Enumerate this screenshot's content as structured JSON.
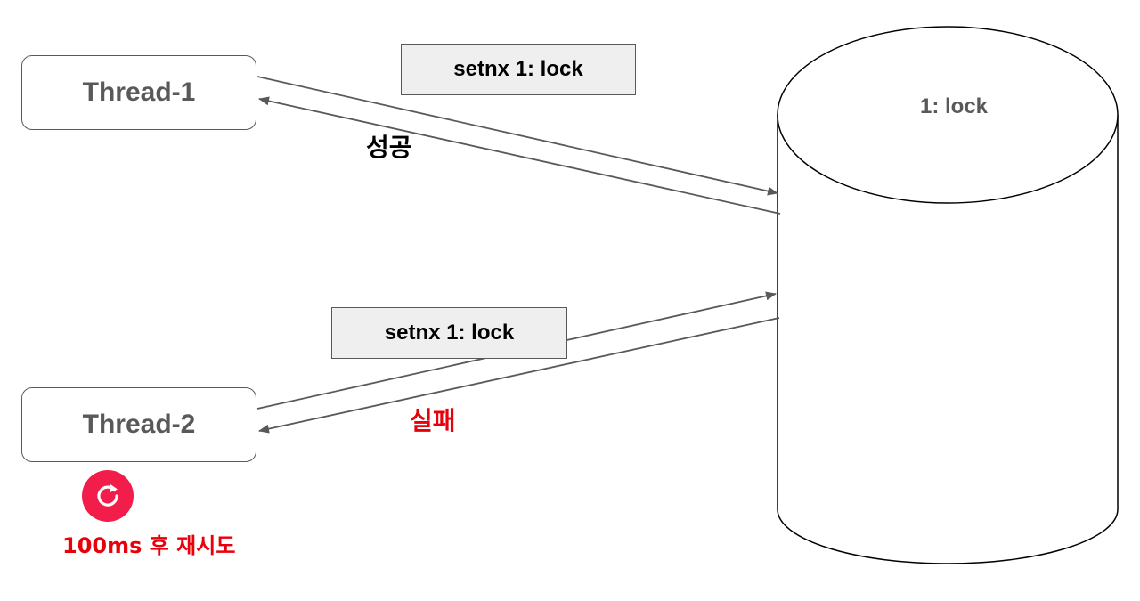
{
  "threads": {
    "thread_1": "Thread-1",
    "thread_2": "Thread-2"
  },
  "commands": {
    "cmd_1": "setnx 1: lock",
    "cmd_2": "setnx 1: lock"
  },
  "responses": {
    "success": "성공",
    "fail": "실패"
  },
  "database": {
    "entry": "1: lock"
  },
  "retry": {
    "icon": "refresh-icon",
    "text": "100ms 후 재시도"
  },
  "colors": {
    "line": "#595959",
    "fail": "#e8000b",
    "retry_icon_bg": "#f21d4a",
    "cmd_bg": "#efefef"
  }
}
